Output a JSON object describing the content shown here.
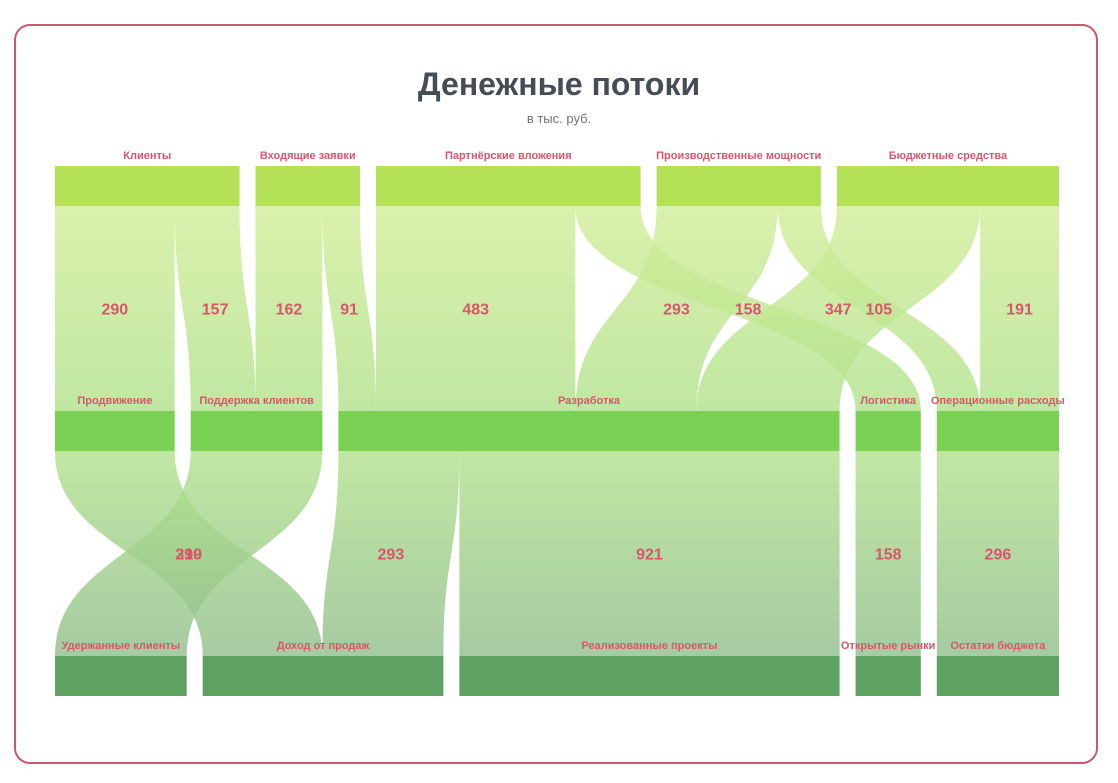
{
  "title": "Денежные потоки",
  "subtitle": "в тыс. руб.",
  "colors": {
    "border": "#c9596a",
    "label": "#d9566c",
    "level0": "#b5e157",
    "level1": "#7ad052",
    "level2": "#5ea262",
    "link_top": "#d2ee9a",
    "link_mid": "#b2e28d",
    "link_bottom": "#93bf8e"
  },
  "chart_data": {
    "type": "sankey",
    "title": "Денежные потоки",
    "subtitle": "в тыс. руб.",
    "nodes": [
      {
        "id": "clients",
        "label": "Клиенты",
        "level": 0
      },
      {
        "id": "requests",
        "label": "Входящие заявки",
        "level": 0
      },
      {
        "id": "partners",
        "label": "Партнёрские вложения",
        "level": 0
      },
      {
        "id": "production",
        "label": "Производственные мощности",
        "level": 0
      },
      {
        "id": "budget",
        "label": "Бюджетные средства",
        "level": 0
      },
      {
        "id": "promo",
        "label": "Продвижение",
        "level": 1
      },
      {
        "id": "support",
        "label": "Поддержка клиентов",
        "level": 1
      },
      {
        "id": "dev",
        "label": "Разработка",
        "level": 1
      },
      {
        "id": "logistics",
        "label": "Логистика",
        "level": 1
      },
      {
        "id": "opex",
        "label": "Операционные расходы",
        "level": 1
      },
      {
        "id": "retained",
        "label": "Удержанные клиенты",
        "level": 2
      },
      {
        "id": "sales",
        "label": "Доход от продаж",
        "level": 2
      },
      {
        "id": "projects",
        "label": "Реализованные проекты",
        "level": 2
      },
      {
        "id": "markets",
        "label": "Открытые рынки",
        "level": 2
      },
      {
        "id": "remainder",
        "label": "Остатки бюджета",
        "level": 2
      }
    ],
    "links": [
      {
        "source": "clients",
        "target": "promo",
        "value": 290
      },
      {
        "source": "clients",
        "target": "support",
        "value": 157
      },
      {
        "source": "requests",
        "target": "support",
        "value": 162
      },
      {
        "source": "requests",
        "target": "dev",
        "value": 91
      },
      {
        "source": "partners",
        "target": "dev",
        "value": 483
      },
      {
        "source": "partners",
        "target": "logistics",
        "value": 158
      },
      {
        "source": "production",
        "target": "dev",
        "value": 293
      },
      {
        "source": "production",
        "target": "opex",
        "value": 105
      },
      {
        "source": "budget",
        "target": "dev",
        "value": 347
      },
      {
        "source": "budget",
        "target": "opex",
        "value": 191
      },
      {
        "source": "promo",
        "target": "sales",
        "value": 290
      },
      {
        "source": "support",
        "target": "retained",
        "value": 319
      },
      {
        "source": "dev",
        "target": "sales",
        "value": 293
      },
      {
        "source": "dev",
        "target": "projects",
        "value": 921
      },
      {
        "source": "logistics",
        "target": "markets",
        "value": 158
      },
      {
        "source": "opex",
        "target": "remainder",
        "value": 296
      }
    ]
  }
}
